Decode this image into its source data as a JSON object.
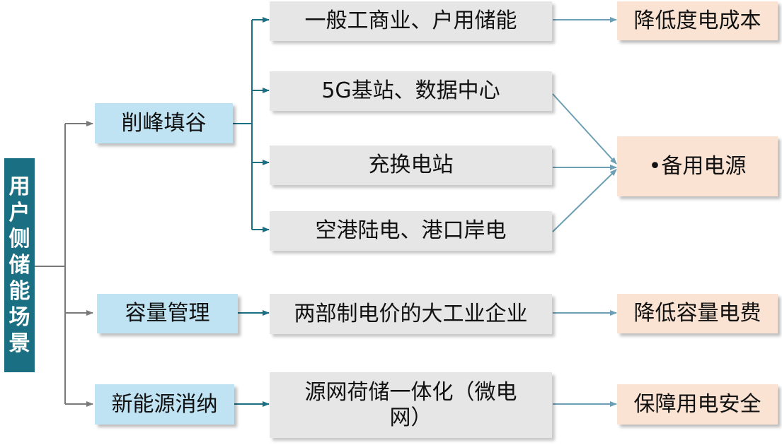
{
  "root": {
    "label": "用户侧储能场景"
  },
  "categories": [
    {
      "label": "削峰填谷"
    },
    {
      "label": "容量管理"
    },
    {
      "label": "新能源消纳"
    }
  ],
  "scenarios": [
    {
      "label": "一般工商业、户用储能"
    },
    {
      "label": "5G基站、数据中心"
    },
    {
      "label": "充换电站"
    },
    {
      "label": "空港陆电、港口岸电"
    },
    {
      "label": "两部制电价的大工业企业"
    },
    {
      "label": "源网荷储一体化（微电网）"
    }
  ],
  "outcomes": [
    {
      "label": "降低度电成本"
    },
    {
      "label": "•备用电源"
    },
    {
      "label": "降低容量电费"
    },
    {
      "label": "保障用电安全"
    }
  ],
  "colors": {
    "root_fill": "#1b6f82",
    "category_fill": "#bfe3f3",
    "scenario_fill": "#e6e6e6",
    "outcome_fill": "#fbe3d3",
    "teal_line": "#1b6f82",
    "gray_line": "#808080"
  }
}
